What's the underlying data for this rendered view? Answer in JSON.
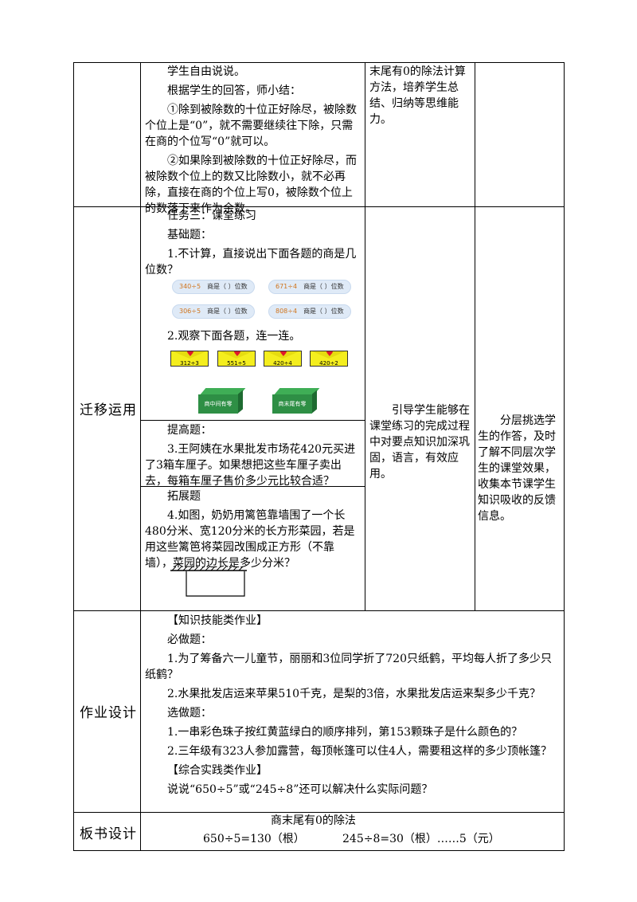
{
  "section1": {
    "col2": [
      "学生自由说说。",
      "根据学生的回答，师小结：",
      "①除到被除数的十位正好除尽，被除数个位上是“0”，就不需要继续往下除，只需在商的个位写“0”就可以。",
      "②如果除到被除数的十位正好除尽，而被除数个位上的数又比除数小，就不必再除，直接在商的个位上写0，被除数个位上的数落下来作为余数。"
    ],
    "col3": "末尾有0的除法计算方法，培养学生总结、归纳等思维能力。"
  },
  "section2": {
    "label": "迁移运用",
    "task": "任务三：课堂练习",
    "basic": "基础题：",
    "q1": "1.不计算，直接说出下面各题的商是几位数？",
    "pills": [
      {
        "num": "340÷5",
        "txt": "商是（   ）位数"
      },
      {
        "num": "671÷4",
        "txt": "商是（   ）位数"
      },
      {
        "num": "306÷5",
        "txt": "商是（   ）位数"
      },
      {
        "num": "808÷4",
        "txt": "商是（   ）位数"
      }
    ],
    "q2": "2.观察下面各题，连一连。",
    "envelopes": [
      "312÷3",
      "551÷5",
      "420÷4",
      "420÷2"
    ],
    "boxes": [
      "商中间有零",
      "商末尾有零"
    ],
    "advanced": "提高题：",
    "q3": "3.王阿姨在水果批发市场花420元买进了3箱车厘子。如果想把这些车厘子卖出去，每箱车厘子售价多少元比较合适？",
    "extension": "拓展题",
    "q4": "4.如图，奶奶用篱笆靠墙围了一个长480分米、宽120分米的长方形菜园，若是用这些篱笆将菜园改围成正方形（不靠墙），菜园的边长是多少分米？",
    "col3": "引导学生能够在课堂练习的完成过程中对要点知识加深巩固，语言，有效应用。",
    "col4": "分层挑选学生的作答，及时了解不同层次学生的课堂效果，收集本节课学生知识吸收的反馈信息。"
  },
  "section3": {
    "label": "作业设计",
    "items": [
      "【知识技能类作业】",
      "必做题：",
      "1.为了筹备六一儿童节，丽丽和3位同学折了720只纸鹤，平均每人折了多少只纸鹤？",
      "2.水果批发店运来苹果510千克，是梨的3倍，水果批发店运来梨多少千克？",
      "选做题：",
      "1.一串彩色珠子按红黄蓝绿白的顺序排列，第153颗珠子是什么颜色的？",
      "2.三年级有323人参加露营，每顶帐篷可以住4人，需要租这样的多少顶帐篷？",
      "【综合实践类作业】",
      "说说“650÷5”或“245÷8”还可以解决什么实际问题？"
    ]
  },
  "section4": {
    "label": "板书设计",
    "title": "商末尾有0的除法",
    "eq1": "650÷5=130（根）",
    "eq2": "245÷8=30（根）……5（元）"
  }
}
